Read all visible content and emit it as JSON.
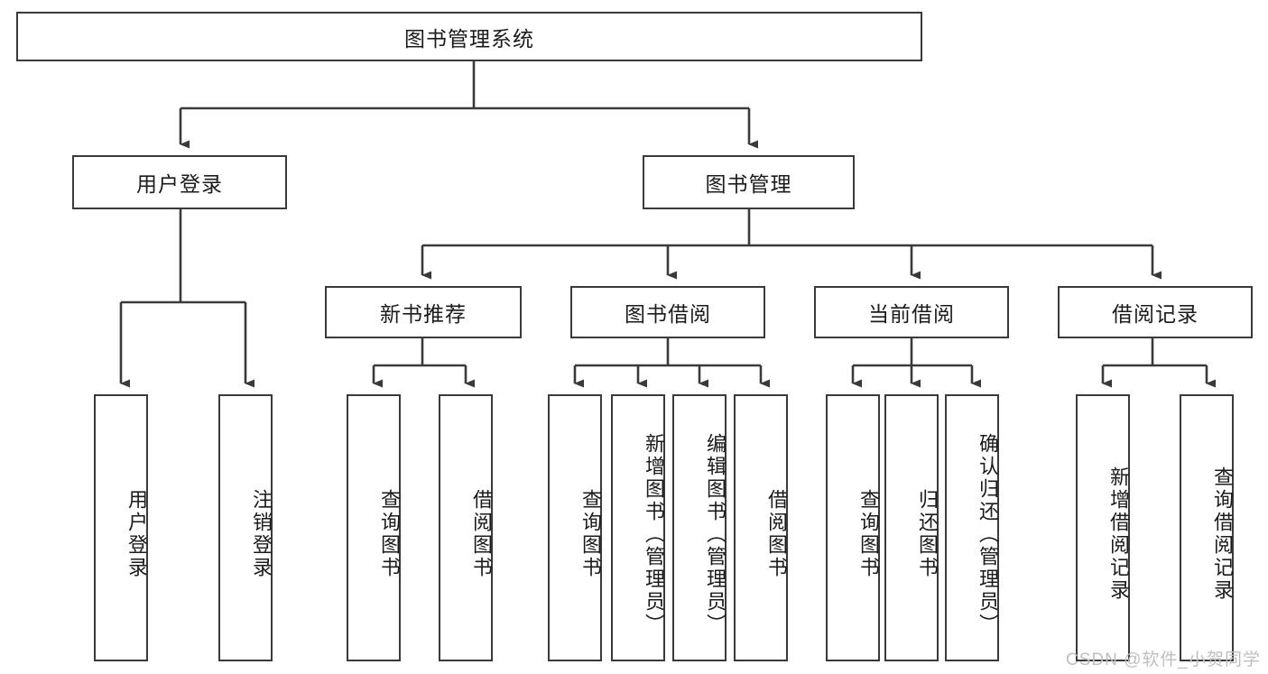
{
  "diagram": {
    "title": "图书管理系统",
    "watermark": "CSDN @软件_小贺同学",
    "type": "tree",
    "orientation": "top-down",
    "root": {
      "label": "图书管理系统"
    },
    "level2": [
      {
        "label": "用户登录"
      },
      {
        "label": "图书管理"
      }
    ],
    "level3": [
      {
        "label": "新书推荐"
      },
      {
        "label": "图书借阅"
      },
      {
        "label": "当前借阅"
      },
      {
        "label": "借阅记录"
      }
    ],
    "leaves": {
      "user_login": [
        {
          "label": "用户登录"
        },
        {
          "label": "注销登录"
        }
      ],
      "new_book_recommend": [
        {
          "label": "查询图书"
        },
        {
          "label": "借阅图书"
        }
      ],
      "book_borrow": [
        {
          "label": "查询图书"
        },
        {
          "label": "新增图书（管理员）"
        },
        {
          "label": "编辑图书（管理员）"
        },
        {
          "label": "借阅图书"
        }
      ],
      "current_borrow": [
        {
          "label": "查询图书"
        },
        {
          "label": "归还图书"
        },
        {
          "label": "确认归还（管理员）"
        }
      ],
      "borrow_record": [
        {
          "label": "新增借阅记录"
        },
        {
          "label": "查询借阅记录"
        }
      ]
    },
    "colors": {
      "stroke": "#3a3a3a",
      "fill": "#ffffff",
      "text": "#1b1b1b",
      "watermark": "#bfbfbf"
    }
  }
}
